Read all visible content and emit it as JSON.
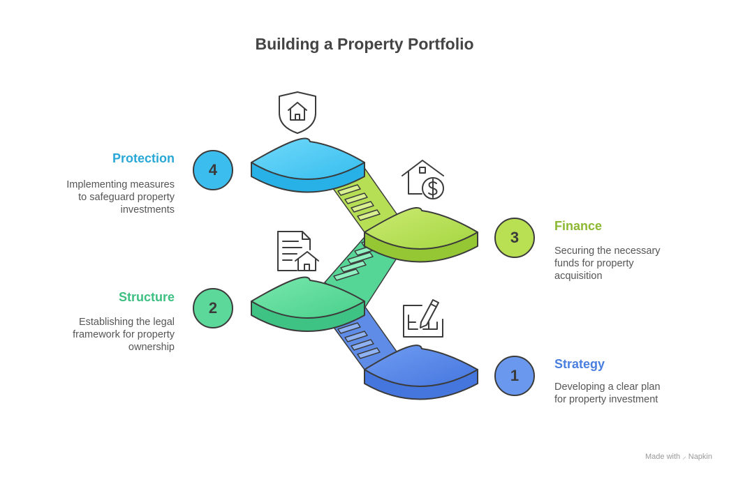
{
  "title": "Building a Property Portfolio",
  "steps": [
    {
      "number": "1",
      "title": "Strategy",
      "description": "Developing a clear plan for property investment",
      "color": "#4a7fe0",
      "icon": "floorplan-pencil-icon"
    },
    {
      "number": "2",
      "title": "Structure",
      "description": "Establishing the legal framework for property ownership",
      "color": "#3dbf82",
      "icon": "document-house-icon"
    },
    {
      "number": "3",
      "title": "Finance",
      "description": "Securing the necessary funds for property acquisition",
      "color": "#8db833",
      "icon": "house-dollar-icon"
    },
    {
      "number": "4",
      "title": "Protection",
      "description": "Implementing measures to safeguard property investments",
      "color": "#29a7d6",
      "icon": "shield-house-icon"
    }
  ],
  "footer": "Made with ⸝ Napkin"
}
